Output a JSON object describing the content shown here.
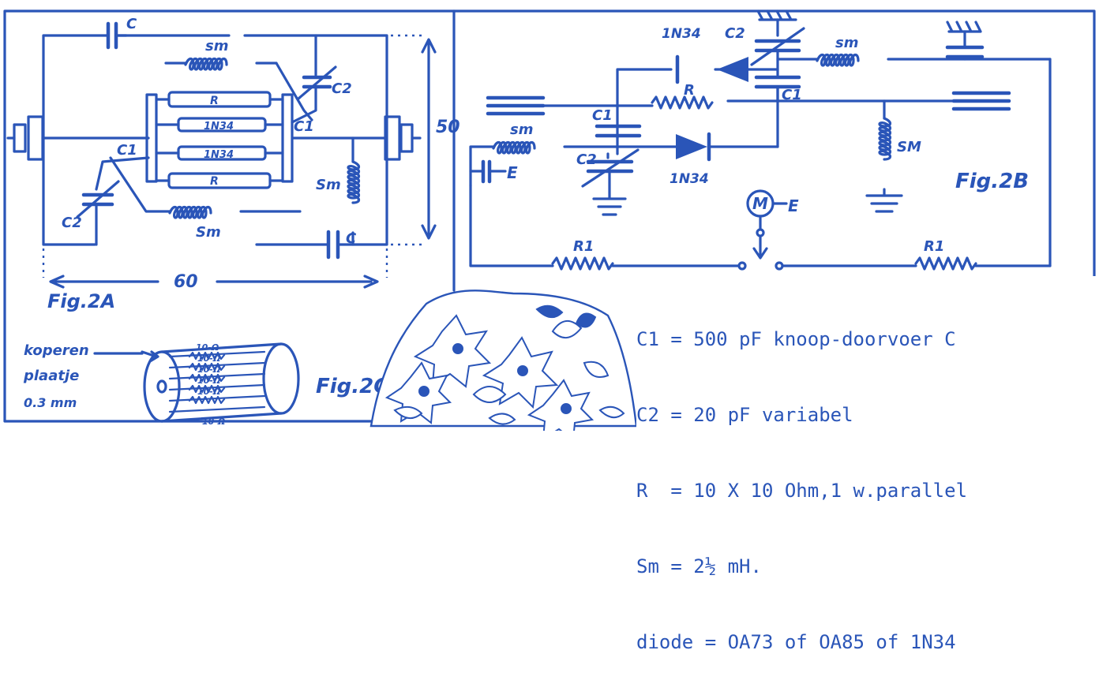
{
  "colors": {
    "ink": "#2a55b8",
    "paper": "#ffffff"
  },
  "fig2a": {
    "caption": "Fig.2A",
    "dim_height": "50",
    "dim_width": "60",
    "labels": {
      "c_top": "C",
      "sm_top": "sm",
      "c2_right": "C2",
      "r_top": "R",
      "diode1": "1N34",
      "diode2": "1N34",
      "r_bottom": "R",
      "c1_right": "C1",
      "c1_left": "C1",
      "c2_left": "C2",
      "sm_bottom": "Sm",
      "sm_right": "Sm",
      "c_bottom": "C"
    }
  },
  "fig2b": {
    "caption": "Fig.2B",
    "labels": {
      "diode_top": "1N34",
      "c2_top": "C2",
      "sm_top": "sm",
      "r_mid": "R",
      "c1_top": "C1",
      "c1_left": "C1",
      "sm_left": "sm",
      "c2_left": "C2",
      "diode_bottom": "1N34",
      "sm_right": "SM",
      "meter": "M",
      "ground_left": "E",
      "ground_meter": "E",
      "r1_left": "R1",
      "r1_right": "R1"
    }
  },
  "fig2c": {
    "caption": "Fig.2C",
    "note_line1": "koperen",
    "note_line2": "plaatje",
    "note_line3": "0.3 mm",
    "resistor_labels": [
      "10-Ω",
      "10-Ω",
      "10-Ω",
      "10-Ω",
      "10-Ω",
      "10-Ω"
    ]
  },
  "parts_list": {
    "c1": "C1 = 500 pF knoop-doorvoer C",
    "c2": "C2 = 20 pF variabel",
    "r": "R  = 10 X 10 Ohm,1 w.parallel",
    "sm": "Sm = 2½ mH.",
    "diode": "diode = OA73 of OA85 of 1N34"
  }
}
